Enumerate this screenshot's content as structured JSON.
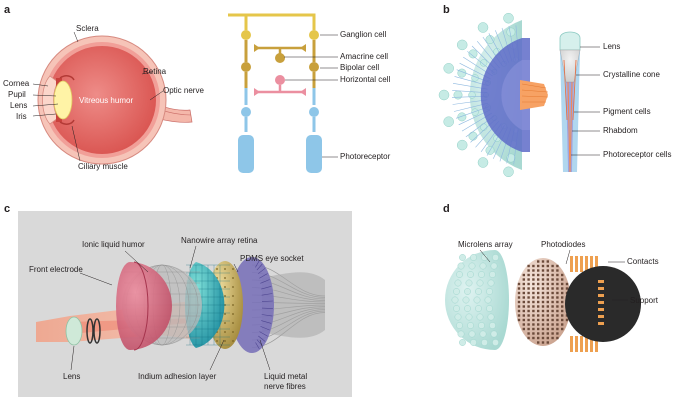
{
  "panels": {
    "a": {
      "letter": "a",
      "eye_labels": {
        "sclera": "Sclera",
        "cornea": "Cornea",
        "pupil": "Pupil",
        "lens": "Lens",
        "iris": "Iris",
        "retina": "Retina",
        "vitreous": "Vitreous humor",
        "optic_nerve": "Optic nerve",
        "ciliary": "Ciliary muscle"
      },
      "retina_labels": {
        "ganglion": "Ganglion cell",
        "amacrine": "Amacrine cell",
        "bipolar": "Bipolar cell",
        "horizontal": "Horizontal cell",
        "photoreceptor": "Photoreceptor"
      }
    },
    "b": {
      "letter": "b",
      "labels": {
        "lens": "Lens",
        "cone": "Crystalline cone",
        "pigment": "Pigment cells",
        "rhabdom": "Rhabdom",
        "photoreceptor": "Photoreceptor cells"
      }
    },
    "c": {
      "letter": "c",
      "labels": {
        "ionic": "Ionic liquid humor",
        "nanowire": "Nanowire array retina",
        "pdms": "PDMS eye socket",
        "front": "Front electrode",
        "lens": "Lens",
        "indium": "Indium adhesion layer",
        "metal_1": "Liquid metal",
        "metal_2": "nerve fibres"
      }
    },
    "d": {
      "letter": "d",
      "labels": {
        "microlens": "Microlens array",
        "photodiodes": "Photodiodes",
        "contacts": "Contacts",
        "support": "Support"
      }
    }
  },
  "colors": {
    "eye_red": "#e8746f",
    "eye_pink": "#f4b7aa",
    "lens_yellow": "#fff3a6",
    "ganglion_gold": "#e5c64a",
    "bipolar_brown": "#c8a03c",
    "horizontal_pink": "#eb8fa0",
    "photoreceptor_blue": "#8ec6e8",
    "compound_teal": "#aee0d8",
    "compound_blue": "#5e6bc8",
    "compound_orange": "#f7a264",
    "panel_c_bg": "#d9d9d9",
    "hemisphere_pink": "#d9627a",
    "nanowire_teal": "#2eb8c4",
    "socket_purple": "#7a72b8",
    "contact_orange": "#eea050",
    "support_dark": "#2a2a2a"
  }
}
